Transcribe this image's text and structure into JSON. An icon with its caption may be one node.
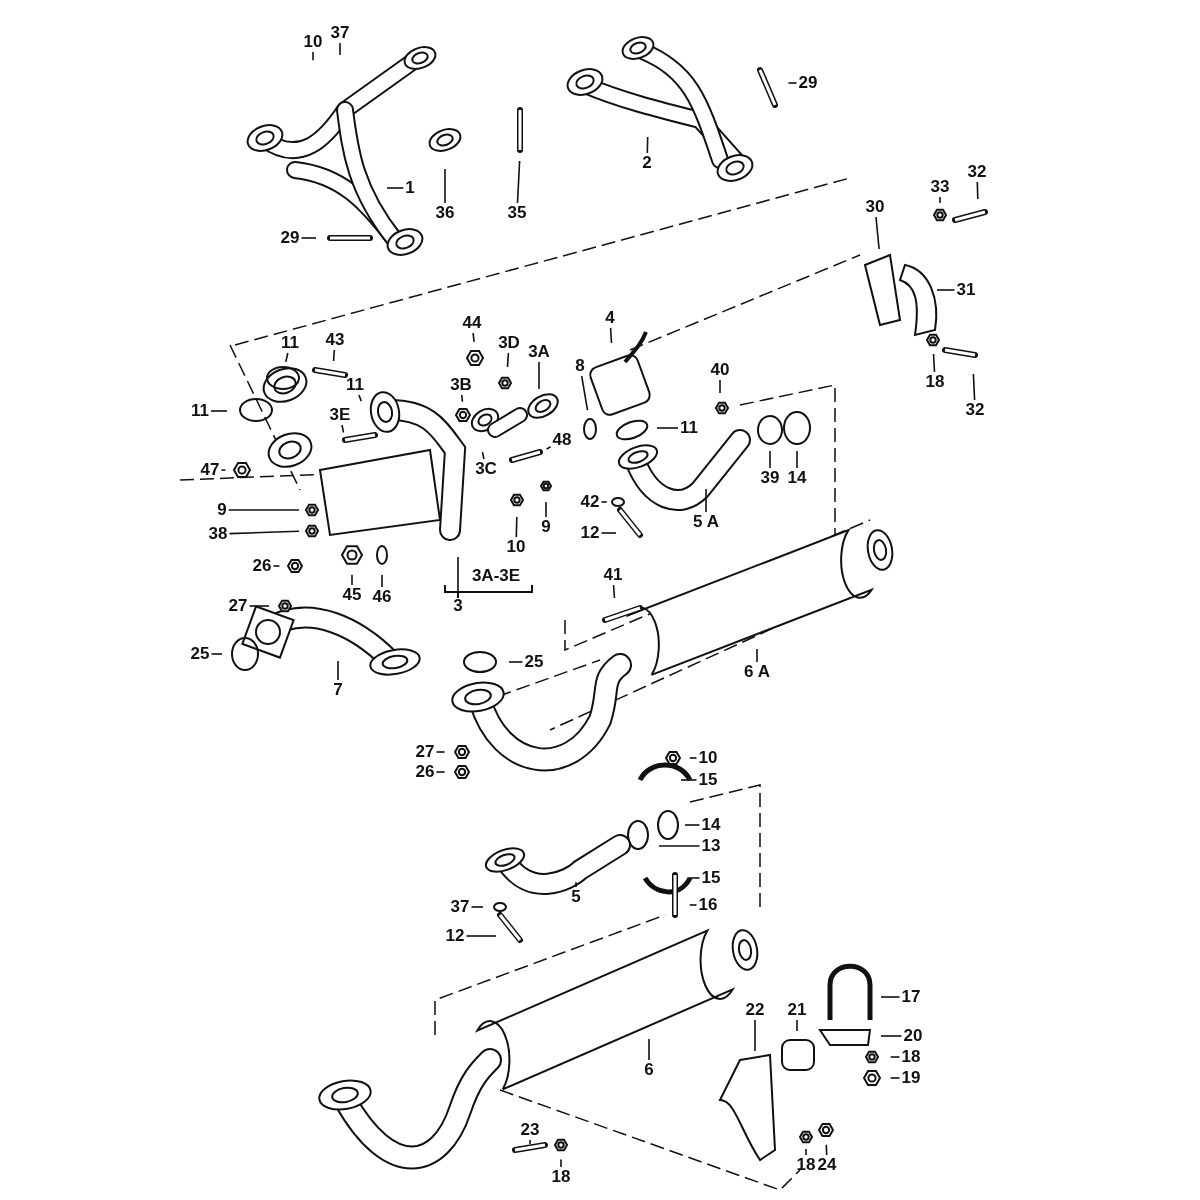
{
  "diagram": {
    "nodes": [
      {
        "text": [
          "10"
        ]
      },
      {
        "text": [
          "37"
        ]
      },
      {
        "text": [
          "36"
        ]
      },
      {
        "text": [
          "35"
        ]
      },
      {
        "text": [
          "1"
        ]
      },
      {
        "text": [
          "29"
        ]
      },
      {
        "text": [
          "29"
        ]
      },
      {
        "text": [
          "2"
        ]
      },
      {
        "text": [
          "30"
        ]
      },
      {
        "text": [
          "33"
        ]
      },
      {
        "text": [
          "32"
        ]
      },
      {
        "text": [
          "31"
        ]
      },
      {
        "text": [
          "18"
        ]
      },
      {
        "text": [
          "32"
        ]
      },
      {
        "text": [
          "44"
        ]
      },
      {
        "text": [
          "43"
        ]
      },
      {
        "text": [
          "11"
        ]
      },
      {
        "text": [
          "3D"
        ]
      },
      {
        "text": [
          "3A"
        ]
      },
      {
        "text": [
          "4"
        ]
      },
      {
        "text": [
          "11"
        ]
      },
      {
        "text": [
          "8"
        ]
      },
      {
        "text": [
          "11"
        ]
      },
      {
        "text": [
          "3E"
        ]
      },
      {
        "text": [
          "3B"
        ]
      },
      {
        "text": [
          "48"
        ]
      },
      {
        "text": [
          "3C"
        ]
      },
      {
        "text": [
          "11"
        ]
      },
      {
        "text": [
          "40"
        ]
      },
      {
        "text": [
          "39"
        ]
      },
      {
        "text": [
          "14"
        ]
      },
      {
        "text": [
          "47"
        ]
      },
      {
        "text": [
          "9"
        ]
      },
      {
        "text": [
          "38"
        ]
      },
      {
        "text": [
          "10"
        ]
      },
      {
        "text": [
          "9"
        ]
      },
      {
        "text": [
          "42"
        ]
      },
      {
        "text": [
          "12"
        ]
      },
      {
        "text": [
          "5 A"
        ]
      },
      {
        "text": [
          "45"
        ]
      },
      {
        "text": [
          "46"
        ]
      },
      {
        "text": [
          "3"
        ]
      },
      {
        "text": [
          "26"
        ]
      },
      {
        "text": [
          "27"
        ]
      },
      {
        "text": [
          "25"
        ]
      },
      {
        "text": [
          "7"
        ]
      },
      {
        "text": [
          "41"
        ]
      },
      {
        "text": [
          "25"
        ]
      },
      {
        "text": [
          "6 A"
        ]
      },
      {
        "text": [
          "27"
        ]
      },
      {
        "text": [
          "26"
        ]
      },
      {
        "text": [
          "10"
        ]
      },
      {
        "text": [
          "15"
        ]
      },
      {
        "text": [
          "14"
        ]
      },
      {
        "text": [
          "13"
        ]
      },
      {
        "text": [
          "15"
        ]
      },
      {
        "text": [
          "5"
        ]
      },
      {
        "text": [
          "37"
        ]
      },
      {
        "text": [
          "12"
        ]
      },
      {
        "text": [
          "16"
        ]
      },
      {
        "text": [
          "17"
        ]
      },
      {
        "text": [
          "21"
        ]
      },
      {
        "text": [
          "22"
        ]
      },
      {
        "text": [
          "20"
        ]
      },
      {
        "text": [
          "18"
        ]
      },
      {
        "text": [
          "19"
        ]
      },
      {
        "text": [
          "6"
        ]
      },
      {
        "text": [
          "23"
        ]
      },
      {
        "text": [
          "18"
        ]
      },
      {
        "text": [
          "18"
        ]
      },
      {
        "text": [
          "24"
        ]
      }
    ],
    "edges": [
      {
        "from": 0,
        "to": null,
        "arrow": "none"
      },
      {
        "from": 1,
        "to": null,
        "arrow": "none"
      },
      {
        "from": 2,
        "to": null,
        "arrow": "none"
      },
      {
        "from": 3,
        "to": null,
        "arrow": "none"
      },
      {
        "from": 4,
        "to": null,
        "arrow": "none"
      },
      {
        "from": 5,
        "to": null,
        "arrow": "none"
      },
      {
        "from": 6,
        "to": null,
        "arrow": "none"
      },
      {
        "from": 7,
        "to": null,
        "arrow": "none"
      },
      {
        "from": 8,
        "to": null,
        "arrow": "none"
      },
      {
        "from": 9,
        "to": null,
        "arrow": "none"
      },
      {
        "from": 10,
        "to": null,
        "arrow": "none"
      },
      {
        "from": 11,
        "to": null,
        "arrow": "none"
      },
      {
        "from": 12,
        "to": null,
        "arrow": "none"
      },
      {
        "from": 13,
        "to": null,
        "arrow": "none"
      },
      {
        "from": 14,
        "to": null,
        "arrow": "none"
      },
      {
        "from": 15,
        "to": null,
        "arrow": "none"
      },
      {
        "from": 16,
        "to": null,
        "arrow": "none"
      },
      {
        "from": 17,
        "to": null,
        "arrow": "none"
      },
      {
        "from": 18,
        "to": null,
        "arrow": "none"
      },
      {
        "from": 19,
        "to": null,
        "arrow": "none"
      },
      {
        "from": 20,
        "to": null,
        "arrow": "none"
      },
      {
        "from": 21,
        "to": null,
        "arrow": "none"
      },
      {
        "from": 22,
        "to": null,
        "arrow": "none"
      },
      {
        "from": 23,
        "to": null,
        "arrow": "none"
      },
      {
        "from": 24,
        "to": null,
        "arrow": "none"
      },
      {
        "from": 25,
        "to": null,
        "arrow": "none"
      },
      {
        "from": 26,
        "to": null,
        "arrow": "none"
      },
      {
        "from": 27,
        "to": null,
        "arrow": "none"
      },
      {
        "from": 28,
        "to": null,
        "arrow": "none"
      },
      {
        "from": 29,
        "to": null,
        "arrow": "none"
      },
      {
        "from": 30,
        "to": null,
        "arrow": "none"
      },
      {
        "from": 31,
        "to": null,
        "arrow": "none"
      },
      {
        "from": 32,
        "to": null,
        "arrow": "none"
      },
      {
        "from": 33,
        "to": null,
        "arrow": "none"
      },
      {
        "from": 34,
        "to": null,
        "arrow": "none"
      },
      {
        "from": 35,
        "to": null,
        "arrow": "none"
      },
      {
        "from": 36,
        "to": null,
        "arrow": "none"
      },
      {
        "from": 37,
        "to": null,
        "arrow": "none"
      },
      {
        "from": 38,
        "to": null,
        "arrow": "none"
      },
      {
        "from": 39,
        "to": null,
        "arrow": "none"
      },
      {
        "from": 40,
        "to": null,
        "arrow": "none"
      },
      {
        "from": 41,
        "to": null,
        "arrow": "none"
      },
      {
        "from": 42,
        "to": null,
        "arrow": "none"
      },
      {
        "from": 43,
        "to": null,
        "arrow": "none"
      },
      {
        "from": 44,
        "to": null,
        "arrow": "none"
      },
      {
        "from": 45,
        "to": null,
        "arrow": "none"
      },
      {
        "from": 46,
        "to": null,
        "arrow": "none"
      },
      {
        "from": 47,
        "to": null,
        "arrow": "none"
      },
      {
        "from": 48,
        "to": null,
        "arrow": "none"
      },
      {
        "from": 49,
        "to": null,
        "arrow": "none"
      },
      {
        "from": 50,
        "to": null,
        "arrow": "none"
      },
      {
        "from": 51,
        "to": null,
        "arrow": "none"
      },
      {
        "from": 52,
        "to": null,
        "arrow": "none"
      },
      {
        "from": 53,
        "to": null,
        "arrow": "none"
      },
      {
        "from": 54,
        "to": null,
        "arrow": "none"
      },
      {
        "from": 55,
        "to": null,
        "arrow": "none"
      },
      {
        "from": 56,
        "to": null,
        "arrow": "none"
      },
      {
        "from": 57,
        "to": null,
        "arrow": "none"
      },
      {
        "from": 58,
        "to": null,
        "arrow": "none"
      },
      {
        "from": 59,
        "to": null,
        "arrow": "none"
      },
      {
        "from": 60,
        "to": null,
        "arrow": "none"
      },
      {
        "from": 61,
        "to": null,
        "arrow": "none"
      },
      {
        "from": 62,
        "to": null,
        "arrow": "none"
      },
      {
        "from": 63,
        "to": null,
        "arrow": "none"
      },
      {
        "from": 64,
        "to": null,
        "arrow": "none"
      },
      {
        "from": 65,
        "to": null,
        "arrow": "none"
      },
      {
        "from": 66,
        "to": null,
        "arrow": "none"
      },
      {
        "from": 67,
        "to": null,
        "arrow": "none"
      },
      {
        "from": 68,
        "to": null,
        "arrow": "none"
      },
      {
        "from": 69,
        "to": null,
        "arrow": "none"
      },
      {
        "from": 70,
        "to": null,
        "arrow": "none"
      }
    ],
    "labels": [
      "3A-3E"
    ]
  }
}
